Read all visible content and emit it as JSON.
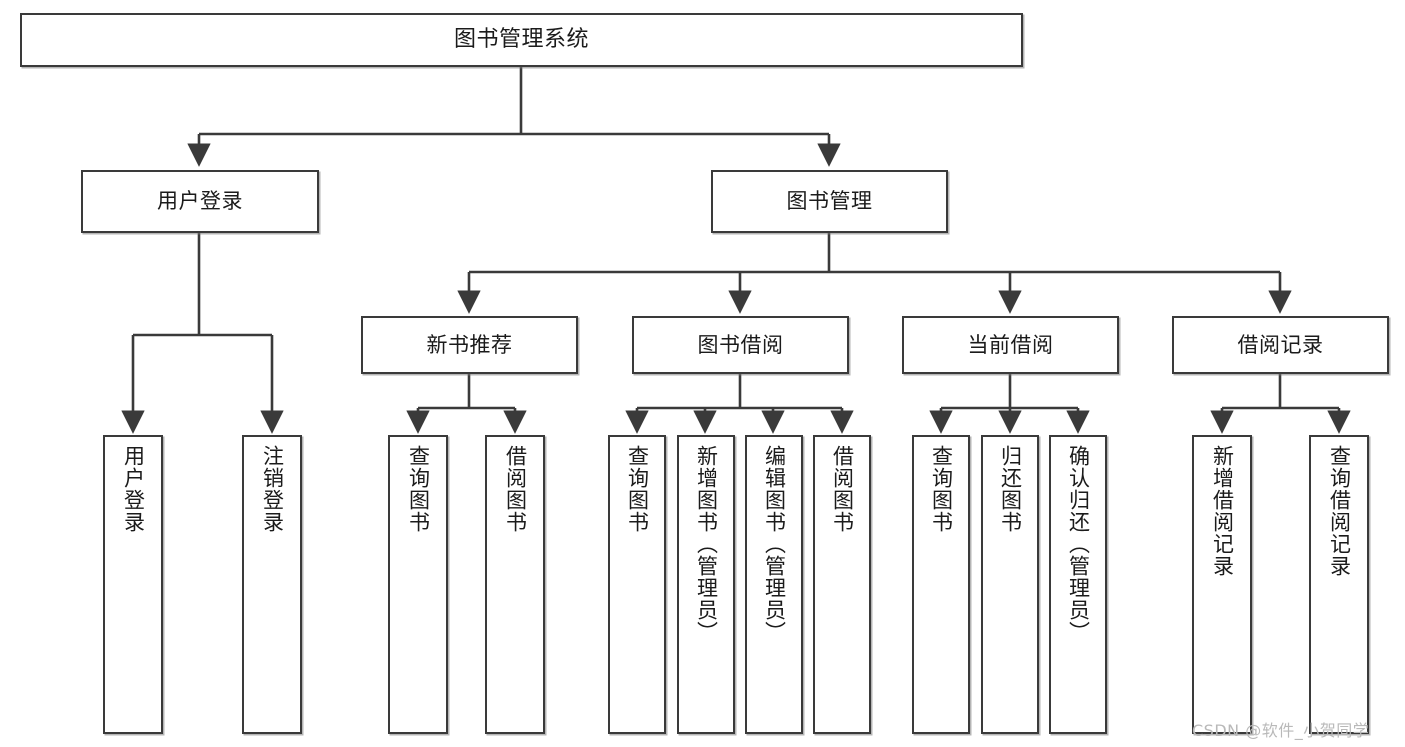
{
  "diagram": {
    "title": "图书管理系统",
    "watermark": "CSDN @软件_小贺同学",
    "colors": {
      "box_border": "#3a3a3a",
      "box_fill": "#ffffff",
      "edge": "#3a3a3a",
      "text": "#1b1b1b",
      "watermark": "#b9b9b9"
    },
    "nodes": {
      "root": {
        "label": "图书管理系统"
      },
      "level1": [
        {
          "label": "用户登录"
        },
        {
          "label": "图书管理"
        }
      ],
      "level2": [
        {
          "label": "新书推荐"
        },
        {
          "label": "图书借阅"
        },
        {
          "label": "当前借阅"
        },
        {
          "label": "借阅记录"
        }
      ],
      "leaves": {
        "user_login": [
          {
            "label": "用户登录"
          },
          {
            "label": "注销登录"
          }
        ],
        "new_book_recommend": [
          {
            "label": "查询图书"
          },
          {
            "label": "借阅图书"
          }
        ],
        "book_borrow": [
          {
            "label": "查询图书"
          },
          {
            "label": "新增图书（管理员）"
          },
          {
            "label": "编辑图书（管理员）"
          },
          {
            "label": "借阅图书"
          }
        ],
        "current_borrow": [
          {
            "label": "查询图书"
          },
          {
            "label": "归还图书"
          },
          {
            "label": "确认归还（管理员）"
          }
        ],
        "borrow_record": [
          {
            "label": "新增借阅记录"
          },
          {
            "label": "查询借阅记录"
          }
        ]
      }
    }
  }
}
